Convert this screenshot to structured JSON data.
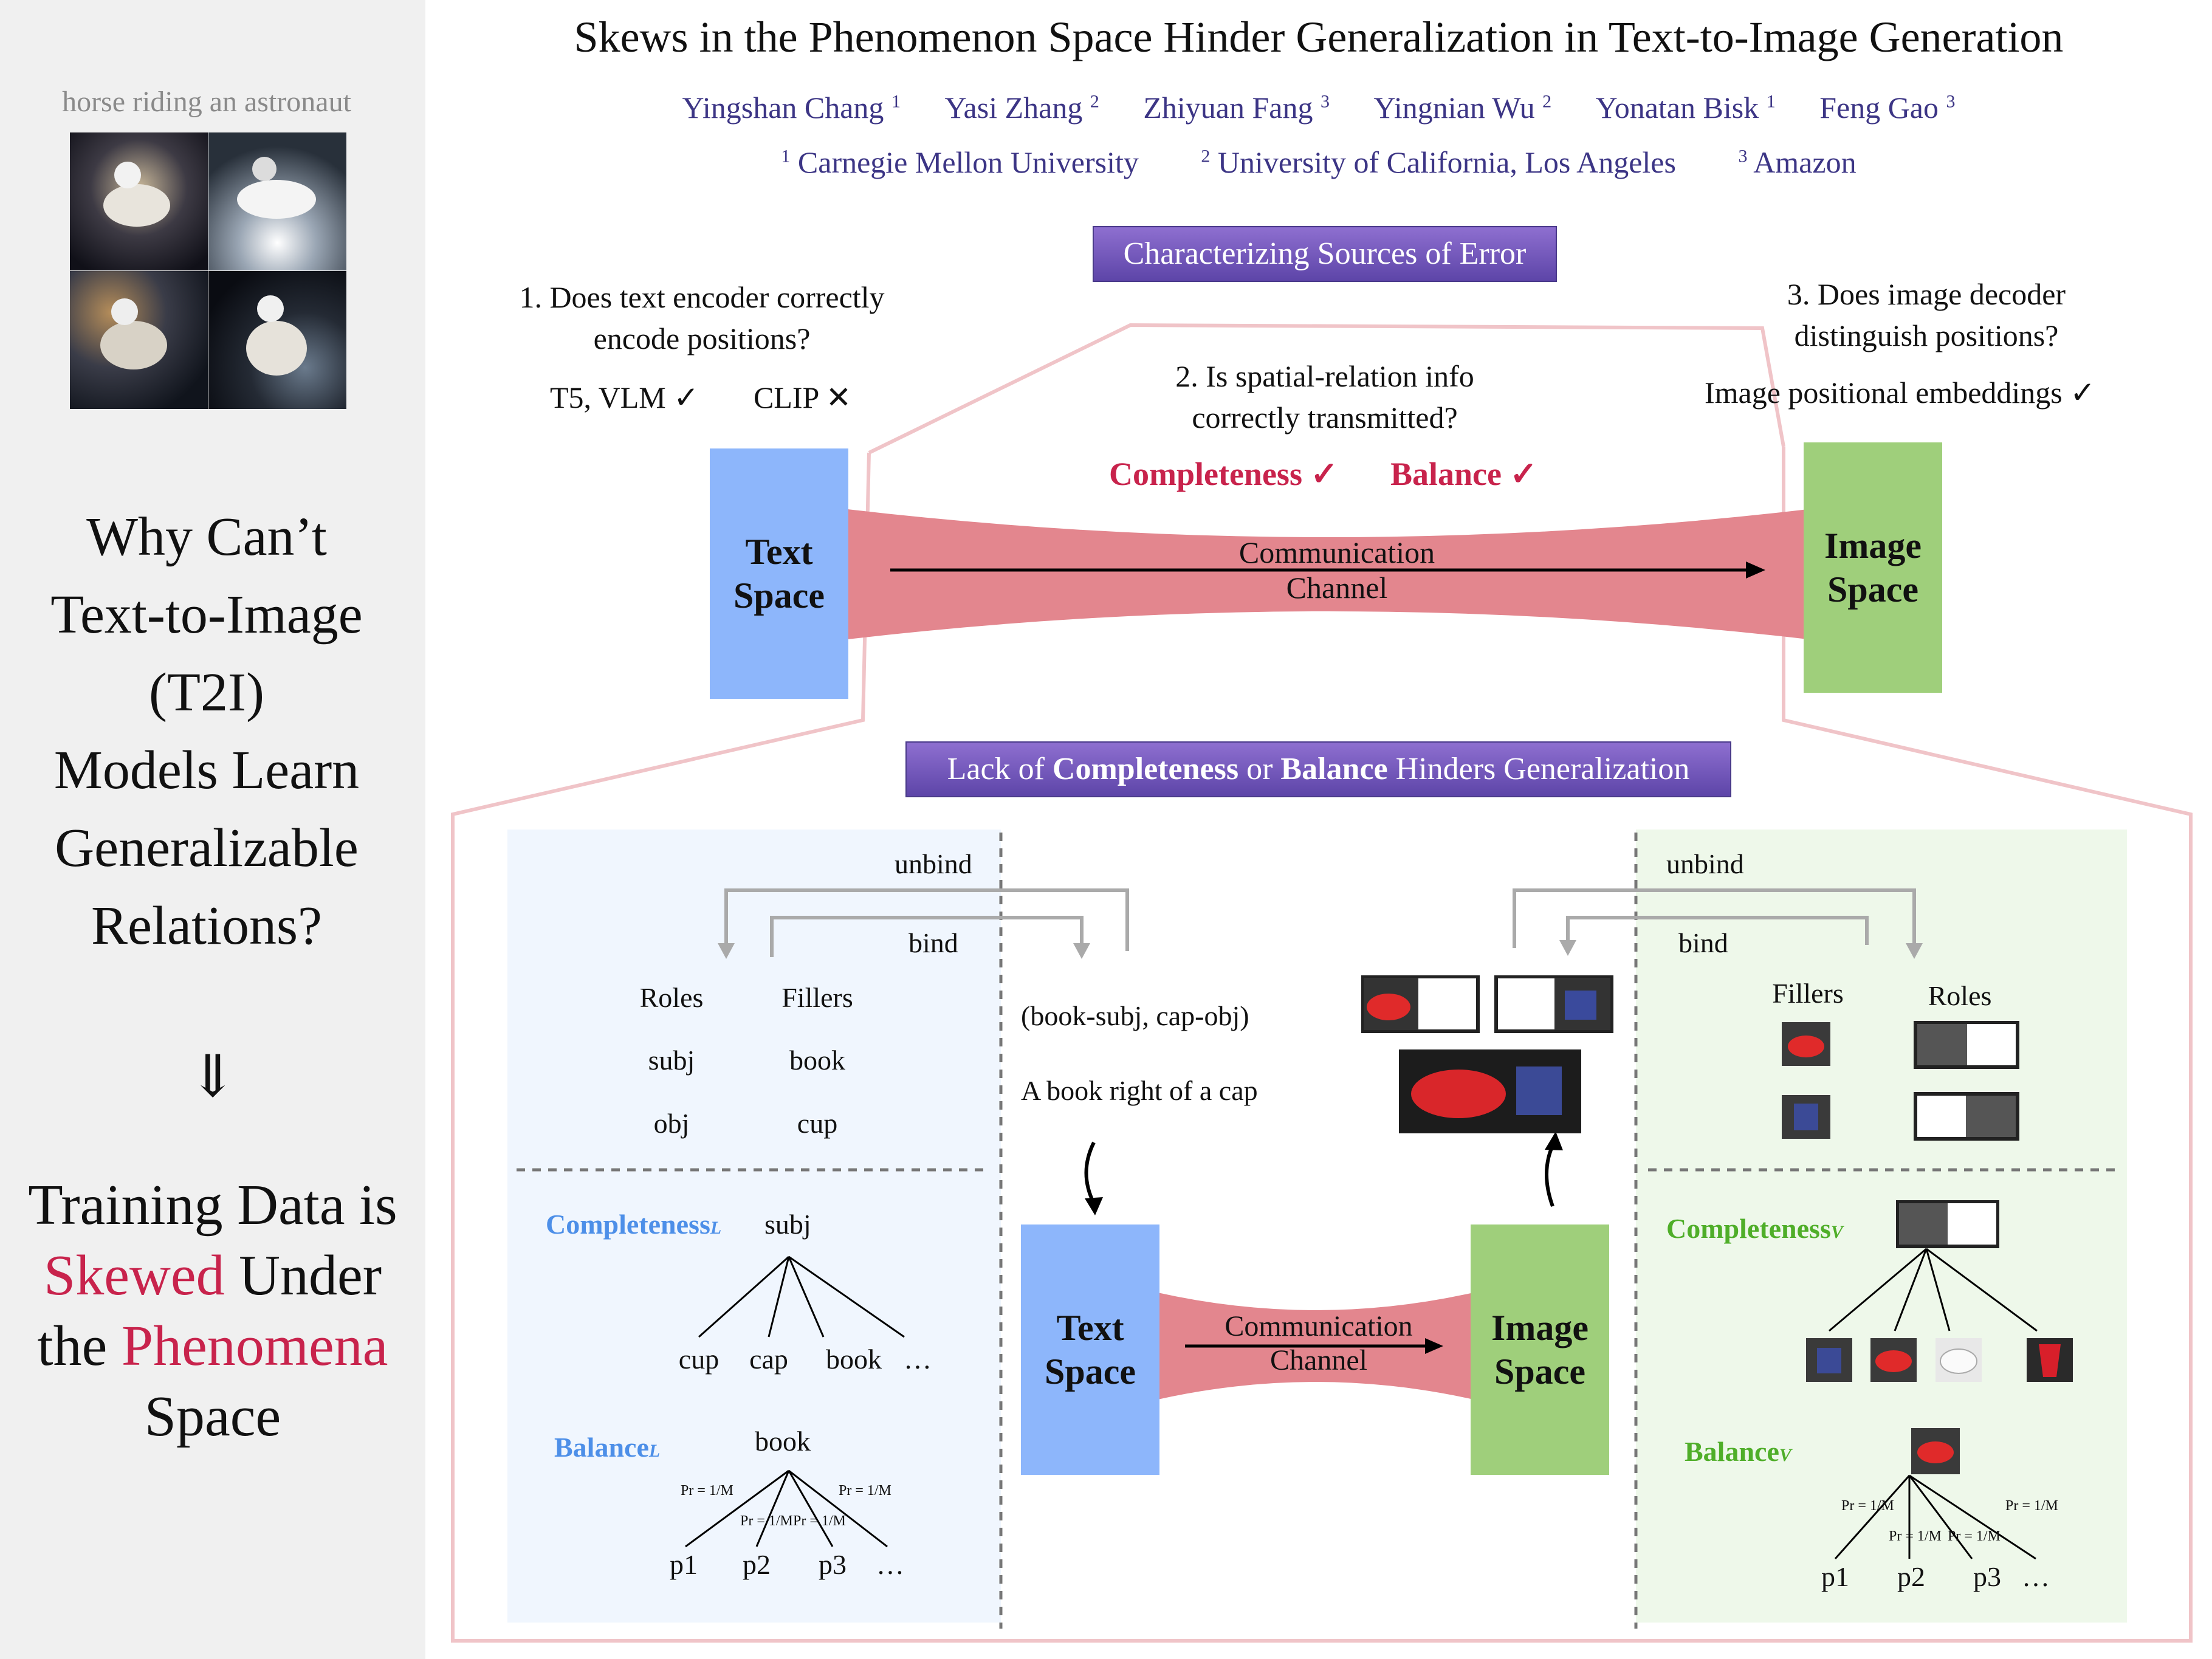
{
  "left": {
    "image_caption": "horse riding an astronaut",
    "question_lines": [
      "Why Can’t",
      "Text-to-Image",
      "(T2I)",
      "Models Learn",
      "Generalizable",
      "Relations?"
    ],
    "arrow": "⇓",
    "answer_line1": "Training Data is",
    "answer_line2_red": "Skewed",
    "answer_line2_rest": " Under",
    "answer_line3_pre": "the ",
    "answer_line3_red": "Phenomena",
    "answer_line4": "Space"
  },
  "header": {
    "title": "Skews in the Phenomenon Space Hinder Generalization in Text-to-Image Generation",
    "authors": [
      {
        "name": "Yingshan Chang",
        "aff": "1"
      },
      {
        "name": "Yasi Zhang",
        "aff": "2"
      },
      {
        "name": "Zhiyuan Fang",
        "aff": "3"
      },
      {
        "name": "Yingnian Wu",
        "aff": "2"
      },
      {
        "name": "Yonatan Bisk",
        "aff": "1"
      },
      {
        "name": "Feng Gao",
        "aff": "3"
      }
    ],
    "affiliations": [
      {
        "num": "1",
        "name": "Carnegie Mellon University"
      },
      {
        "num": "2",
        "name": "University of California, Los Angeles"
      },
      {
        "num": "3",
        "name": "Amazon"
      }
    ]
  },
  "top": {
    "banner": "Characterizing Sources of Error",
    "q1_line1": "1. Does text encoder correctly",
    "q1_line2": "encode positions?",
    "q1_yes": "T5, VLM ✓",
    "q1_no": "CLIP ✕",
    "q2_line1": "2. Is spatial-relation info",
    "q2_line2": "correctly transmitted?",
    "q2_completeness": "Completeness ✓",
    "q2_balance": "Balance ✓",
    "q3_line1": "3. Does image decoder",
    "q3_line2": "distinguish positions?",
    "q3_answer": "Image positional embeddings ✓",
    "text_space": "Text Space",
    "image_space": "Image Space",
    "channel_line1": "Communication",
    "channel_line2": "Channel"
  },
  "bottom": {
    "banner_pre": "Lack of ",
    "banner_b1": "Completeness",
    "banner_mid": " or ",
    "banner_b2": "Balance",
    "banner_post": " Hinders Generalization",
    "unbind": "unbind",
    "bind": "bind",
    "roles": "Roles",
    "fillers": "Fillers",
    "subj": "subj",
    "obj": "obj",
    "book": "book",
    "cup": "cup",
    "binding_example": "(book-subj, cap-obj)",
    "sentence": "A book right of a cap",
    "completeness": "Completeness",
    "balance": "Balance",
    "sub_l": "L",
    "sub_v": "V",
    "tree_root": "subj",
    "tree_leaves": [
      "cup",
      "cap",
      "book",
      "…"
    ],
    "bal_root": "book",
    "bal_leaves": [
      "p1",
      "p2",
      "p3",
      "…"
    ],
    "prob": "Pr = 1/M",
    "text_space": "Text Space",
    "image_space": "Image Space",
    "channel_line1": "Communication",
    "channel_line2": "Channel"
  },
  "colors": {
    "accent_red": "#c8234c",
    "author_blue": "#3c3585",
    "text_space_blue": "#8db6fb",
    "image_space_green": "#9fcf7b",
    "channel_red": "#e3868e",
    "banner_purple": "#6f55b8"
  }
}
